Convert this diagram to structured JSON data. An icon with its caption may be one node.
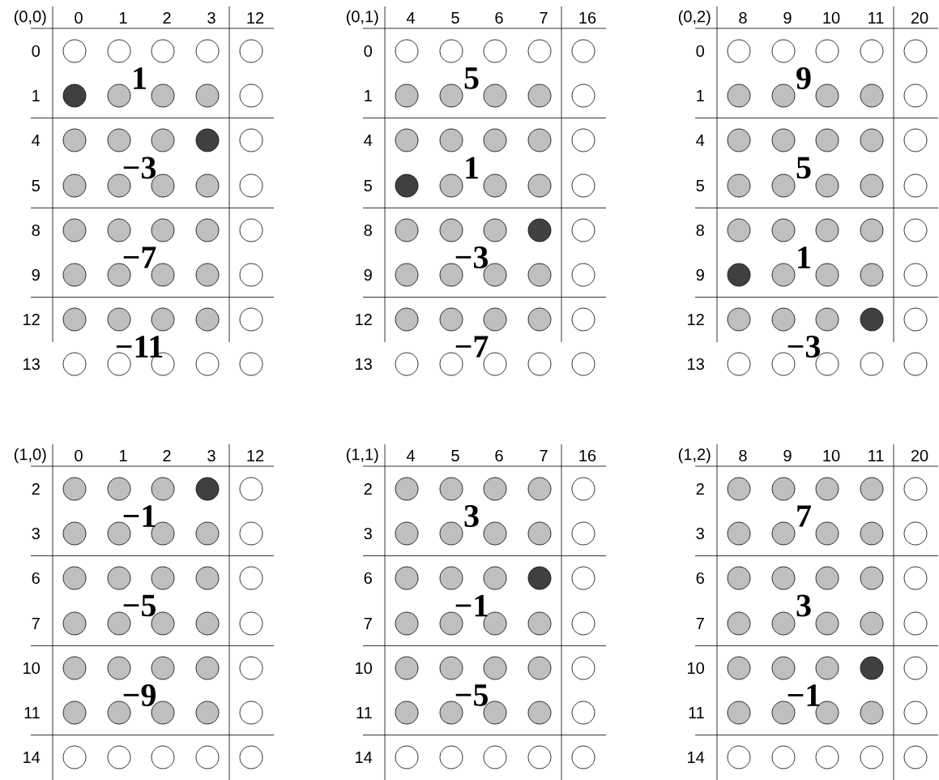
{
  "diagram": {
    "labels": [
      "(0,0)",
      "0",
      "1",
      "2",
      "3",
      "12",
      "0",
      "1",
      "4",
      "5",
      "8",
      "9",
      "12",
      "13",
      "1",
      "−3",
      "−7",
      "−11",
      "(0,1)",
      "4",
      "5",
      "6",
      "7",
      "16",
      "0",
      "1",
      "4",
      "5",
      "8",
      "9",
      "12",
      "13",
      "5",
      "1",
      "−3",
      "−7",
      "(0,2)",
      "8",
      "9",
      "10",
      "11",
      "20",
      "0",
      "1",
      "4",
      "5",
      "8",
      "9",
      "12",
      "13",
      "9",
      "5",
      "1",
      "−3",
      "(1,0)",
      "0",
      "1",
      "2",
      "3",
      "12",
      "2",
      "3",
      "6",
      "7",
      "10",
      "11",
      "14",
      "−1",
      "−5",
      "−9",
      "(1,1)",
      "4",
      "5",
      "6",
      "7",
      "16",
      "2",
      "3",
      "6",
      "7",
      "10",
      "11",
      "14",
      "3",
      "−1",
      "−5",
      "(1,2)",
      "8",
      "9",
      "10",
      "11",
      "20",
      "2",
      "3",
      "6",
      "7",
      "10",
      "11",
      "14",
      "7",
      "3",
      "−1"
    ]
  }
}
